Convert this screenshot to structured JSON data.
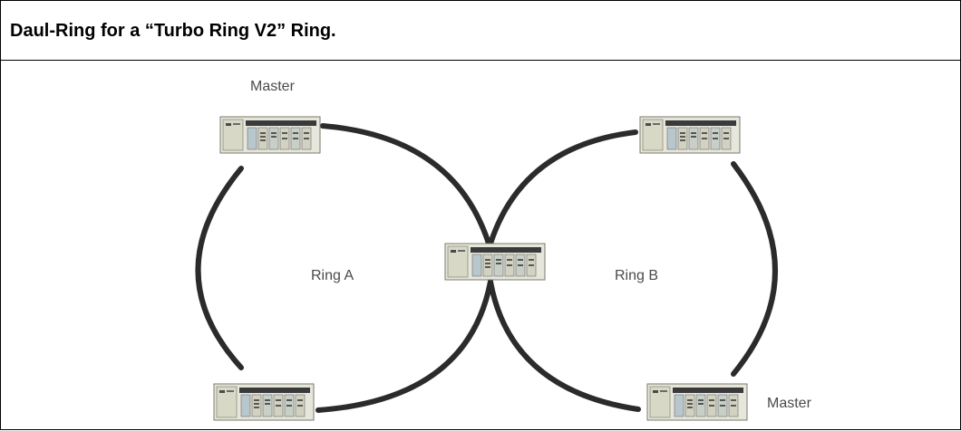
{
  "header": {
    "title": "Daul-Ring for a “Turbo Ring V2” Ring."
  },
  "diagram": {
    "ring_a_label": "Ring A",
    "ring_b_label": "Ring B",
    "master_top_left_label": "Master",
    "master_bottom_right_label": "Master",
    "colors": {
      "ring_line": "#2b2b2b",
      "text": "#4a4a4a",
      "device_body": "#e6e6dc"
    },
    "icons": [
      "network-switch-icon"
    ]
  }
}
